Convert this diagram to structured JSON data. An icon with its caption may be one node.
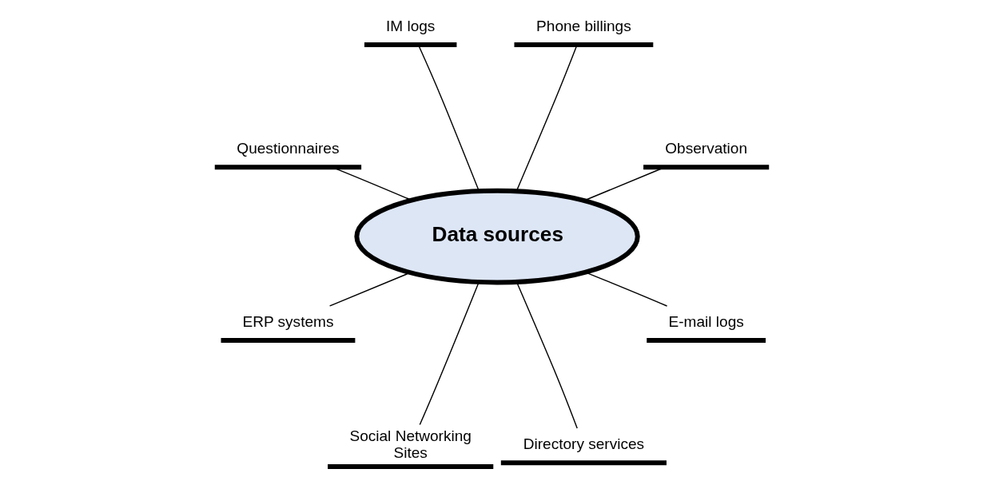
{
  "diagram": {
    "nodes": [
      {
        "text": [
          "Data sources"
        ]
      },
      {
        "text": [
          "Observation"
        ]
      },
      {
        "text": [
          "Phone billings"
        ]
      },
      {
        "text": [
          "IM logs"
        ]
      },
      {
        "text": [
          "Questionnaires"
        ]
      },
      {
        "text": [
          "ERP systems"
        ]
      },
      {
        "text": [
          "Social Networking Sites"
        ]
      },
      {
        "text": [
          "Directory services"
        ]
      },
      {
        "text": [
          "E-mail logs"
        ]
      }
    ],
    "edges": [
      {
        "from": 0,
        "to": 1,
        "arrow": "none"
      },
      {
        "from": 0,
        "to": 2,
        "arrow": "none"
      },
      {
        "from": 0,
        "to": 3,
        "arrow": "none"
      },
      {
        "from": 0,
        "to": 4,
        "arrow": "none"
      },
      {
        "from": 0,
        "to": 5,
        "arrow": "none"
      },
      {
        "from": 0,
        "to": 6,
        "arrow": "none"
      },
      {
        "from": 0,
        "to": 7,
        "arrow": "none"
      },
      {
        "from": 0,
        "to": 8,
        "arrow": "none"
      }
    ]
  }
}
